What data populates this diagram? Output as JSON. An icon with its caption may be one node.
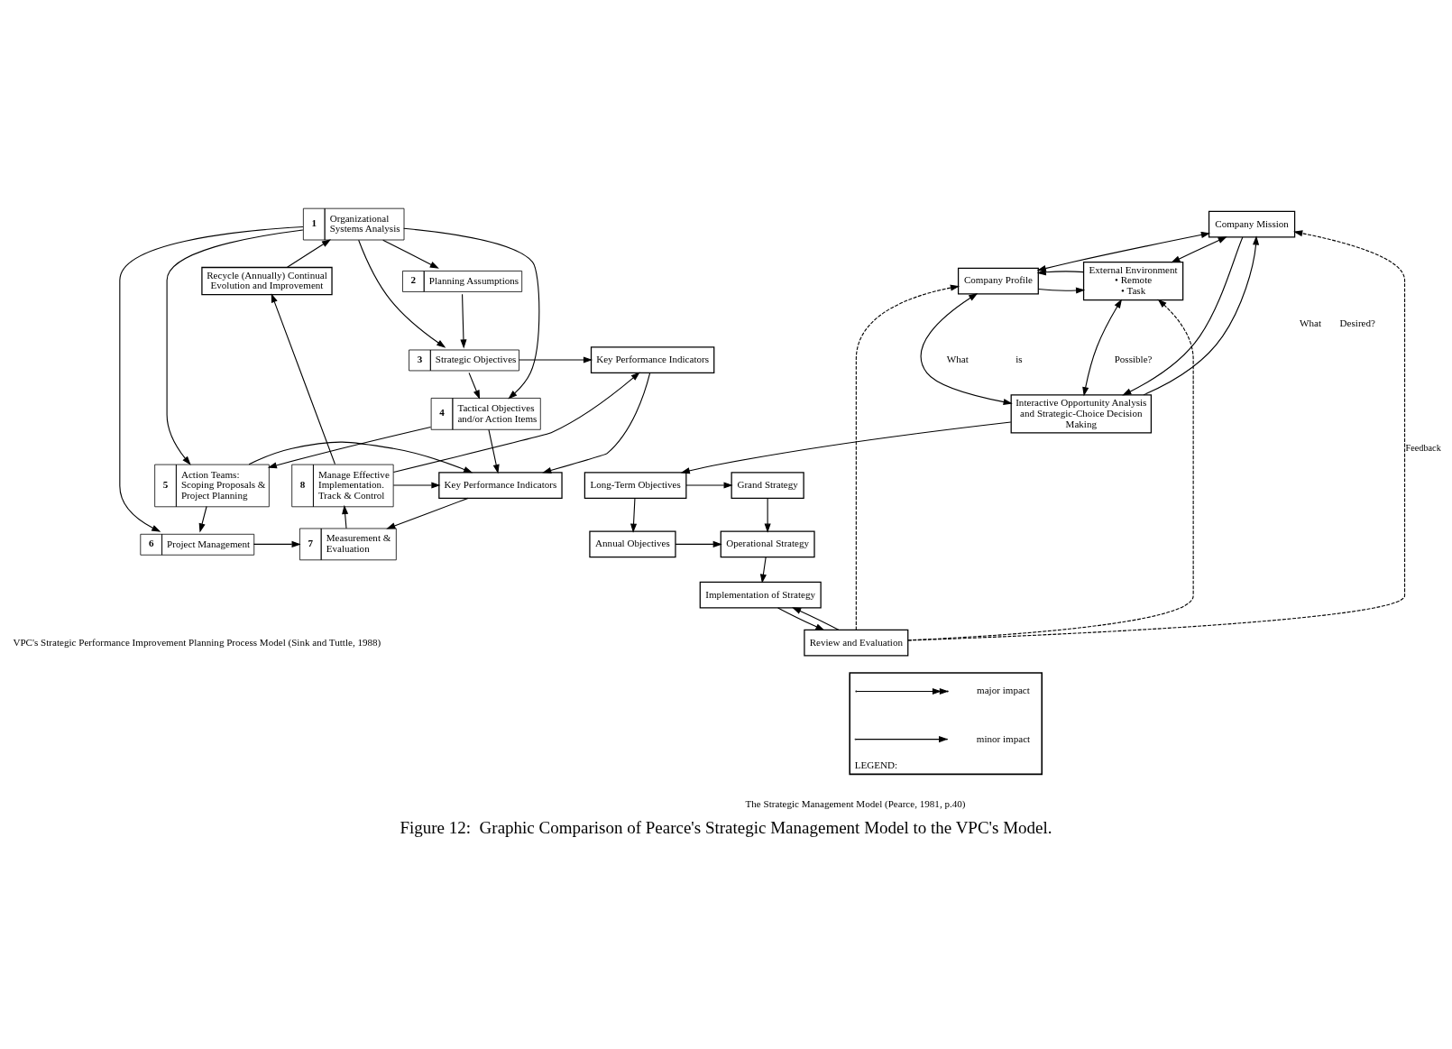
{
  "diagram": {
    "caption": "Figure 12:  Graphic Comparison of Pearce's Strategic Management Model to the VPC's Model.",
    "nodes": [
      {
        "text": [
          "1",
          "Organizational Systems Analysis"
        ]
      },
      {
        "text": [
          "2",
          "Planning Assumptions"
        ]
      },
      {
        "text": [
          "3",
          "Strategic Objectives"
        ]
      },
      {
        "text": [
          "Key Performance Indicators"
        ]
      },
      {
        "text": [
          "Recycle (Annually) Continual Evolution and Improvement"
        ]
      },
      {
        "text": [
          "4",
          "Tactical Objectives and/or Action Items"
        ]
      },
      {
        "text": [
          "5",
          "Action Teams: Scoping Proposals & Project Planning"
        ]
      },
      {
        "text": [
          "Key Performance Indicators"
        ]
      },
      {
        "text": [
          "8",
          "Manage Effective Implementation. Track & Control"
        ]
      },
      {
        "text": [
          "6",
          "Project Management"
        ]
      },
      {
        "text": [
          "7",
          "Measurement & Evaluation"
        ]
      },
      {
        "text": [
          "Company Mission"
        ]
      },
      {
        "text": [
          "Company Profile"
        ]
      },
      {
        "text": [
          "External Environment",
          "• Remote",
          "• Task"
        ]
      },
      {
        "text": [
          "Interactive Opportunity Analysis and Strategic-Choice Decision Making"
        ]
      },
      {
        "text": [
          "Long-Term Objectives"
        ]
      },
      {
        "text": [
          "Grand Strategy"
        ]
      },
      {
        "text": [
          "Annual Objectives"
        ]
      },
      {
        "text": [
          "Operational Strategy"
        ]
      },
      {
        "text": [
          "Implementation of Strategy"
        ]
      },
      {
        "text": [
          "Review and Evaluation"
        ]
      },
      {
        "text": [
          "LEGEND:"
        ]
      }
    ],
    "edges": [
      {
        "from": 0,
        "to": 1,
        "arrow": "to"
      },
      {
        "from": 0,
        "to": 2,
        "arrow": "to"
      },
      {
        "from": 0,
        "to": 5,
        "arrow": "to"
      },
      {
        "from": 0,
        "to": 6,
        "arrow": "to"
      },
      {
        "from": 0,
        "to": 9,
        "arrow": "to"
      },
      {
        "from": 1,
        "to": 2,
        "arrow": "to"
      },
      {
        "from": 2,
        "to": 5,
        "arrow": "to"
      },
      {
        "from": 5,
        "to": 6,
        "arrow": "to"
      },
      {
        "from": 6,
        "to": 9,
        "arrow": "to"
      },
      {
        "from": 2,
        "to": 3,
        "arrow": "to"
      },
      {
        "from": 3,
        "to": 7,
        "arrow": "to"
      },
      {
        "from": 5,
        "to": 7,
        "arrow": "to"
      },
      {
        "from": 6,
        "to": 7,
        "arrow": "to"
      },
      {
        "from": 8,
        "to": 7,
        "arrow": "to"
      },
      {
        "from": 7,
        "to": 10,
        "arrow": "to"
      },
      {
        "from": 9,
        "to": 10,
        "arrow": "to"
      },
      {
        "from": 10,
        "to": 8,
        "arrow": "to"
      },
      {
        "from": 8,
        "to": 4,
        "arrow": "to"
      },
      {
        "from": 8,
        "to": 3,
        "arrow": "to"
      },
      {
        "from": 4,
        "to": 0,
        "arrow": "to"
      },
      {
        "from": 11,
        "to": 12,
        "arrow": "both"
      },
      {
        "from": 11,
        "to": 13,
        "arrow": "both"
      },
      {
        "from": 12,
        "to": 13,
        "arrow": "to"
      },
      {
        "from": 13,
        "to": 12,
        "arrow": "to"
      },
      {
        "from": 14,
        "to": 11,
        "arrow": "to"
      },
      {
        "from": 11,
        "to": 14,
        "arrow": "to"
      },
      {
        "from": 12,
        "to": 14,
        "arrow": "both"
      },
      {
        "from": 13,
        "to": 14,
        "arrow": "both"
      },
      {
        "from": 14,
        "to": 15,
        "arrow": "to"
      },
      {
        "from": 15,
        "to": 16,
        "arrow": "to"
      },
      {
        "from": 15,
        "to": 17,
        "arrow": "to"
      },
      {
        "from": 16,
        "to": 18,
        "arrow": "to"
      },
      {
        "from": 17,
        "to": 18,
        "arrow": "to"
      },
      {
        "from": 18,
        "to": 19,
        "arrow": "to"
      },
      {
        "from": 19,
        "to": 20,
        "arrow": "to"
      },
      {
        "from": 20,
        "to": 19,
        "arrow": "to"
      },
      {
        "from": 20,
        "to": 11,
        "arrow": "to",
        "style": "dashed",
        "label": "Feedback"
      },
      {
        "from": 20,
        "to": 12,
        "arrow": "to",
        "style": "dashed"
      },
      {
        "from": 20,
        "to": 13,
        "arrow": "to",
        "style": "dashed"
      }
    ],
    "labels": [
      "What",
      "What",
      "is",
      "Possible?",
      "Desired?",
      "VPC's Strategic Performance Improvement Planning Process Model (Sink and Tuttle, 1988)",
      "The Strategic Management Model (Pearce, 1981, p.40)"
    ],
    "legend": [
      {
        "text": "major impact"
      },
      {
        "text": "minor impact"
      }
    ]
  }
}
